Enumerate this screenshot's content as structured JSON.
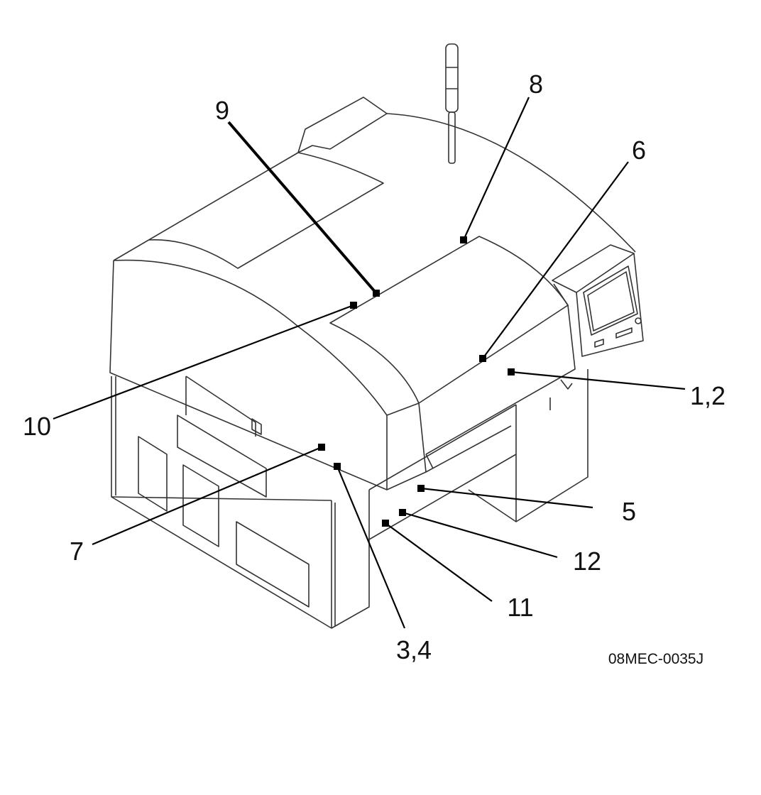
{
  "figure_code": "08MEC-0035J",
  "callouts": {
    "c9": "9",
    "c8": "8",
    "c6": "6",
    "c12a": "1,2",
    "c10": "10",
    "c7": "7",
    "c5": "5",
    "c12": "12",
    "c11": "11",
    "c34": "3,4"
  }
}
